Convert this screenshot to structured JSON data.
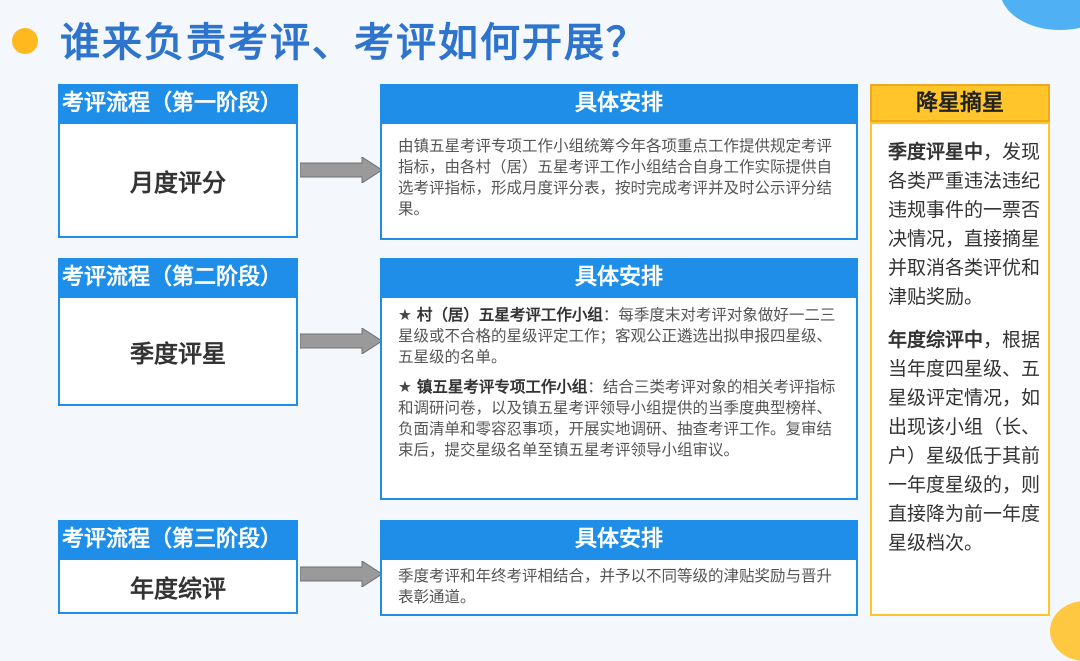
{
  "page": {
    "title": "谁来负责考评、考评如何开展？"
  },
  "stages": [
    {
      "header": "考评流程（第一阶段）",
      "name": "月度评分",
      "arrangement_header": "具体安排",
      "paragraphs": [
        "由镇五星考评专项工作小组统筹今年各项重点工作提供规定考评指标，由各村（居）五星考评工作小组结合自身工作实际提供自选考评指标，形成月度评分表，按时完成考评并及时公示评分结果。"
      ]
    },
    {
      "header": "考评流程（第二阶段）",
      "name": "季度评星",
      "arrangement_header": "具体安排",
      "items": [
        {
          "star": "★",
          "lead": "村（居）五星考评工作小组",
          "text": "：每季度末对考评对象做好一二三星级或不合格的星级评定工作；客观公正遴选出拟申报四星级、五星级的名单。"
        },
        {
          "star": "★",
          "lead": "镇五星考评专项工作小组",
          "text": "：结合三类考评对象的相关考评指标和调研问卷，以及镇五星考评领导小组提供的当季度典型榜样、负面清单和零容忍事项，开展实地调研、抽查考评工作。复审结束后，提交星级名单至镇五星考评领导小组审议。"
        }
      ]
    },
    {
      "header": "考评流程（第三阶段）",
      "name": "年度综评",
      "arrangement_header": "具体安排",
      "paragraphs": [
        "季度考评和年终考评相结合，并予以不同等级的津贴奖励与晋升表彰通道。"
      ]
    }
  ],
  "side": {
    "header": "降星摘星",
    "quarterly_lead": "季度评星中",
    "quarterly_text": "，发现各类严重违法违纪违规事件的一票否决情况，直接摘星并取消各类评优和津贴奖励。",
    "annual_lead": "年度综评中",
    "annual_text": "，根据当年度四星级、五星级评定情况，如出现该小组（长、户）星级低于其前一年度星级的，则直接降为前一年度星级档次。"
  },
  "colors": {
    "accent_blue": "#1e8ee8",
    "title_blue": "#2e74cc",
    "side_yellow": "#ffc52b",
    "arrow_gray": "#9a9a9a"
  }
}
